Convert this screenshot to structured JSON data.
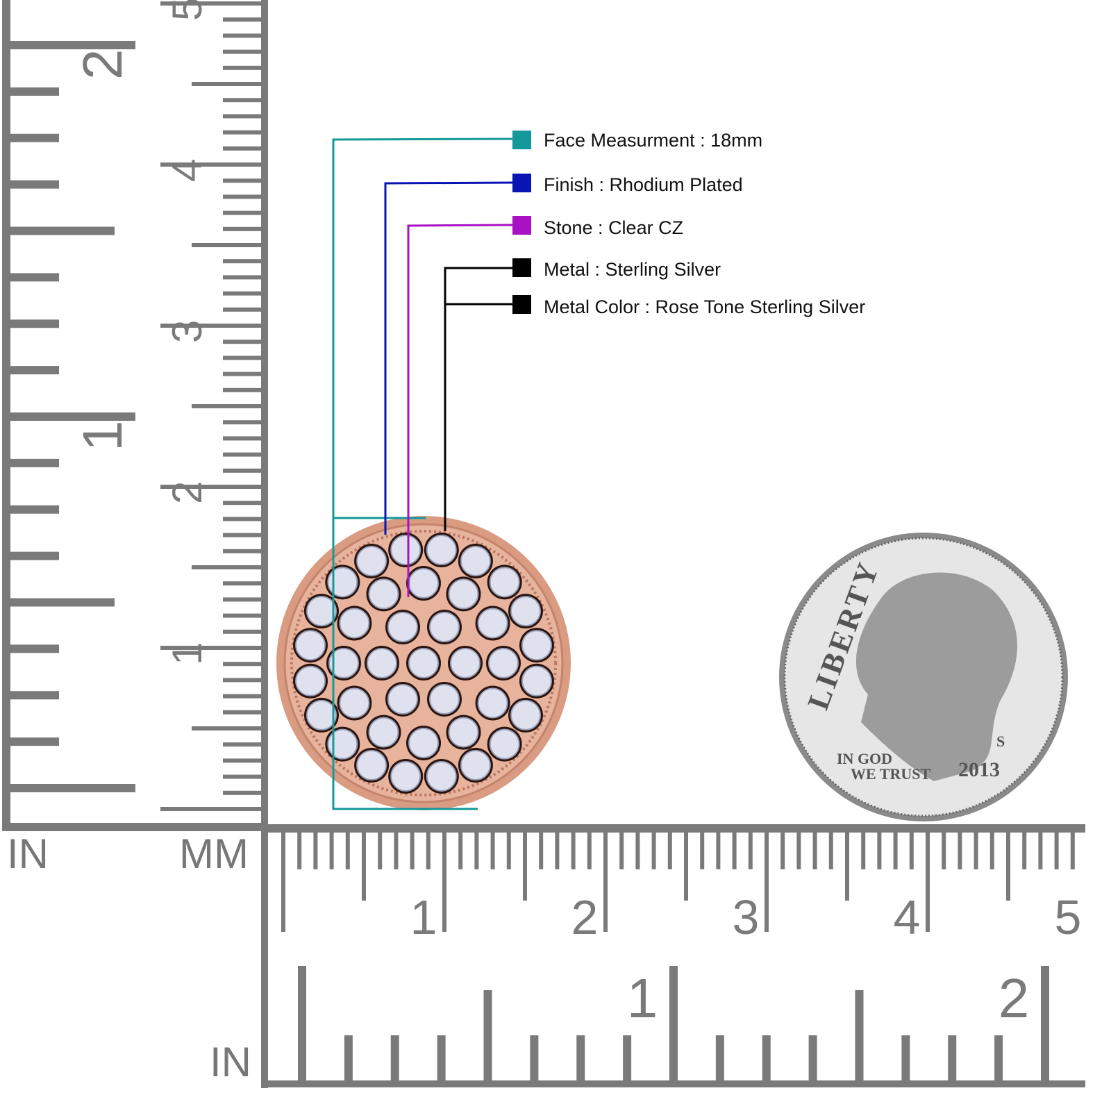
{
  "legend": [
    {
      "label": "Face Measurment : 18mm",
      "color": "#14999a"
    },
    {
      "label": "Finish : Rhodium Plated",
      "color": "#0a14b4"
    },
    {
      "label": "Stone : Clear CZ",
      "color": "#a812c4"
    },
    {
      "label": "Metal : Sterling Silver",
      "color": "#000000"
    },
    {
      "label": "Metal Color : Rose Tone Sterling Silver",
      "color": "#000000"
    }
  ],
  "ruler": {
    "unit_in_left": "IN",
    "unit_mm": "MM",
    "unit_in_bottom": "IN",
    "vertical_cm_labels": [
      "1",
      "2",
      "3",
      "4",
      "5"
    ],
    "vertical_in_labels": [
      "1",
      "2"
    ],
    "horizontal_cm_labels": [
      "1",
      "2",
      "3",
      "4",
      "5"
    ],
    "horizontal_in_labels": [
      "1",
      "2"
    ],
    "color": "#7a7a7a"
  },
  "coin": {
    "liberty": "LIBERTY",
    "motto_1": "IN GOD",
    "motto_2": "WE TRUST",
    "year": "2013",
    "mint": "S"
  },
  "earring": {
    "metal_color": "#e7b39c",
    "stone_color": "#dfe2ee"
  }
}
